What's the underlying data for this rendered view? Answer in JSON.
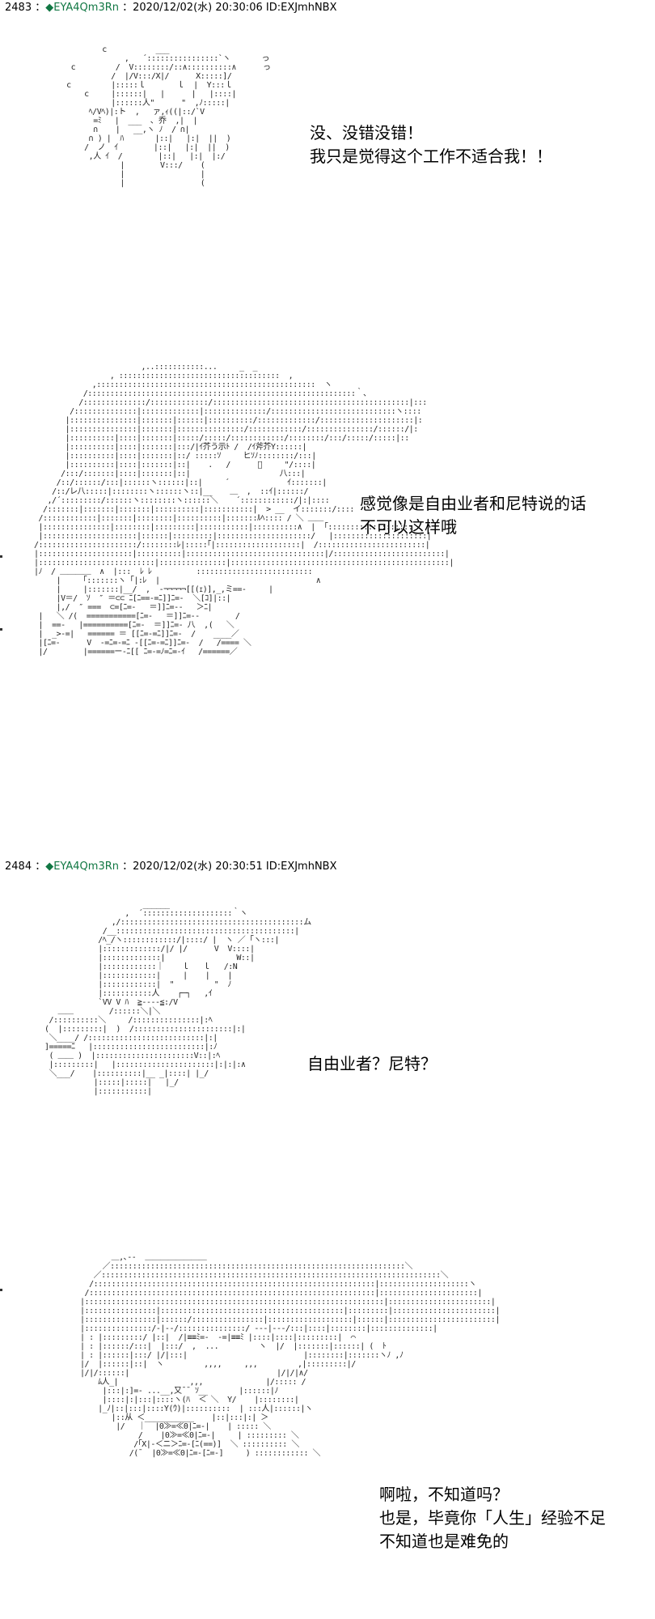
{
  "posts": [
    {
      "number": "2483",
      "separator": "：",
      "trip_symbol": "◆",
      "tripcode": "EYA4Qm3Rn",
      "datetime": "：2020/12/02(水) 20:30:06",
      "id": "ID:EXJmhNBX"
    },
    {
      "number": "2484",
      "separator": "：",
      "trip_symbol": "◆",
      "tripcode": "EYA4Qm3Rn",
      "datetime": "：2020/12/02(水) 20:30:51",
      "id": "ID:EXJmhNBX"
    }
  ],
  "dialogues": {
    "d1": [
      "没、没错没错！",
      "我只是觉得这个工作不适合我！！"
    ],
    "d2": [
      "感觉像是自由业者和尼特说的话",
      "不可以这样哦"
    ],
    "d3": [
      "自由业者？尼特？"
    ],
    "d4": [
      "啊啦，不知道吗？",
      "也是，毕竟你「人生」经验不足",
      "不知道也是难免的"
    ]
  }
}
